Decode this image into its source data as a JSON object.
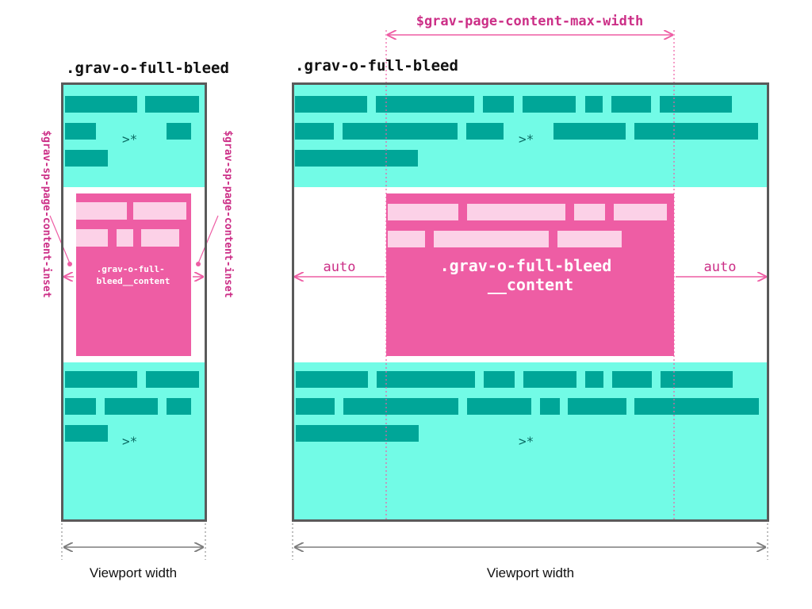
{
  "small_panel": {
    "title": ".grav-o-full-bleed",
    "content_label": [
      ".grav-o-full-",
      "bleed__content"
    ],
    "inset_label": "$grav-sp-page-content-inset",
    "child_selector": ">*",
    "viewport_label": "Viewport width"
  },
  "large_panel": {
    "title": ".grav-o-full-bleed",
    "max_width_label": "$grav-page-content-max-width",
    "content_label": [
      ".grav-o-full-bleed",
      "__content"
    ],
    "margin_left_label": "auto",
    "margin_right_label": "auto",
    "child_selector": ">*",
    "viewport_label": "Viewport width"
  },
  "colors": {
    "frame": "#5a5a5a",
    "cyan_bg": "#72fbe6",
    "teal_block": "#00a698",
    "pink": "#ee5da4",
    "pink_text": "#cc2f87",
    "pink_light": "#fcd1e7",
    "gray_line": "#7d7d7d"
  }
}
